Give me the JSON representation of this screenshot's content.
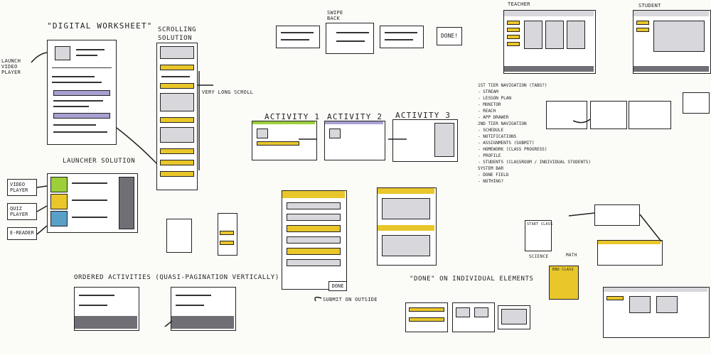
{
  "labels": {
    "digital_worksheet": "\"DIGITAL WORKSHEET\"",
    "launch_video_player": "LAUNCH VIDEO PLAYER",
    "scrolling_solution": "SCROLLING SOLUTION",
    "very_long_scroll": "VERY LONG SCROLL",
    "launcher_solution": "LAUNCHER SOLUTION",
    "video_player": "VIDEO PLAYER",
    "quiz_player": "QUIZ PLAYER",
    "e_reader": "E-READER",
    "ordered_activities": "ORDERED ACTIVITIES (QUASI-PAGINATION VERTICALLY)",
    "swipe_back": "SWIPE BACK",
    "done_big": "DONE!",
    "activity_1": "ACTIVITY 1",
    "activity_2": "ACTIVITY 2",
    "activity_3": "ACTIVITY 3",
    "done_small": "DONE",
    "submit_on_outside": "SUBMIT ON OUTSIDE",
    "done_on_elements": "\"DONE\" ON INDIVIDUAL ELEMENTS",
    "teacher": "TEACHER",
    "student": "STUDENT",
    "science": "SCIENCE",
    "math": "MATH",
    "start_class": "START CLASS",
    "end_class": "END CLASS"
  },
  "nav_notes": [
    "1ST TIER NAVIGATION (TABS?)",
    "- STREAM",
    "- LESSON PLAN",
    "- MONITOR",
    "- REACH",
    "- APP DRAWER",
    "2ND TIER NAVIGATION",
    "- SCHEDULE",
    "- NOTIFICATIONS",
    "- ASSIGNMENTS (SUBMIT)",
    "- HOMEWORK (CLASS PROGRESS)",
    "- PROFILE",
    "- STUDENTS (CLASSROOM / INDIVIDUAL STUDENTS)",
    "SYSTEM BAR",
    "- DONE FIELD",
    "- NOTHING?"
  ]
}
